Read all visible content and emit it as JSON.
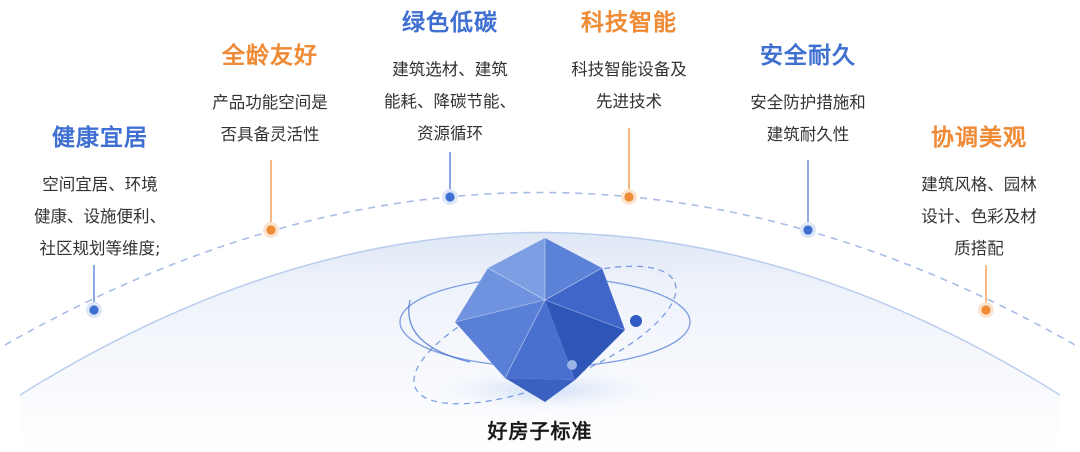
{
  "colors": {
    "blue": "#3f6fd1",
    "orange": "#ef8a35",
    "arc": "#a7bde6"
  },
  "center_title": "好房子标准",
  "dimensions": [
    {
      "title": "健康宜居",
      "desc": "空间宜居、环境\n健康、设施便利、\n社区规划等维度;",
      "accent": "blue"
    },
    {
      "title": "全龄友好",
      "desc": "产品功能空间是\n否具备灵活性",
      "accent": "orange"
    },
    {
      "title": "绿色低碳",
      "desc": "建筑选材、建筑\n能耗、降碳节能、\n资源循环",
      "accent": "blue"
    },
    {
      "title": "科技智能",
      "desc": "科技智能设备及\n先进技术",
      "accent": "orange"
    },
    {
      "title": "安全耐久",
      "desc": "安全防护措施和\n建筑耐久性",
      "accent": "blue"
    },
    {
      "title": "协调美观",
      "desc": "建筑风格、园林\n设计、色彩及材\n质搭配",
      "accent": "orange"
    }
  ]
}
